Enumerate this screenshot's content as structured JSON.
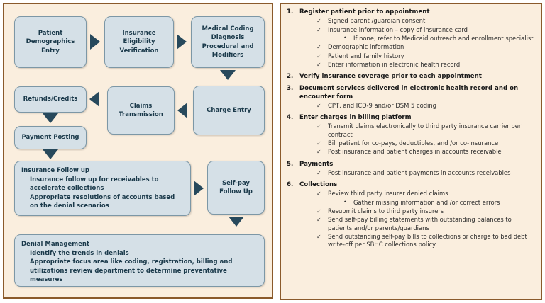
{
  "colors": {
    "panel_background": "#faeede",
    "panel_border": "#8a5a2b",
    "node_fill": "#d5e0e7",
    "node_border": "#7c97a6",
    "node_text": "#1b3a4b",
    "arrow": "#27495c",
    "list_text": "#2b2b2b"
  },
  "flowchart": {
    "nodes": [
      {
        "id": "patient-demographics-entry",
        "title": "Patient\nDemographics\nEntry"
      },
      {
        "id": "insurance-eligibility-verification",
        "title": "Insurance\nEligibility\nVerification"
      },
      {
        "id": "medical-coding",
        "title": "Medical Coding\nDiagnosis\nProcedural and\nModifiers"
      },
      {
        "id": "charge-entry",
        "title": "Charge Entry"
      },
      {
        "id": "claims-transmission",
        "title": "Claims\nTransmission"
      },
      {
        "id": "refunds-credits",
        "title": "Refunds/Credits"
      },
      {
        "id": "payment-posting",
        "title": "Payment Posting"
      },
      {
        "id": "insurance-follow-up",
        "title": "Insurance Follow up",
        "bullets": [
          "Insurance follow up for receivables to accelerate collections",
          "Appropriate resolutions of accounts based on the denial scenarios"
        ]
      },
      {
        "id": "self-pay-follow-up",
        "title": "Self-pay\nFollow Up"
      },
      {
        "id": "denial-management",
        "title": "Denial Management",
        "bullets": [
          "Identify the trends in denials",
          "Appropriate focus area like coding, registration, billing and utilizations review department to determine preventative measures"
        ]
      }
    ]
  },
  "steps": [
    {
      "num": "1.",
      "title": "Register patient prior to appointment",
      "items": [
        {
          "text": "Signed parent /guardian consent"
        },
        {
          "text": "Insurance information – copy of insurance card",
          "sub": [
            "If none, refer to Medicaid outreach and enrollment specialist"
          ]
        },
        {
          "text": "Demographic information"
        },
        {
          "text": "Patient and family history"
        },
        {
          "text": "Enter information in electronic health record"
        }
      ]
    },
    {
      "num": "2.",
      "title": "Verify insurance coverage prior to each appointment",
      "items": []
    },
    {
      "num": "3.",
      "title": "Document services delivered in electronic health record and on encounter form",
      "items": [
        {
          "text": "CPT, and ICD-9 and/or DSM 5 coding"
        }
      ]
    },
    {
      "num": "4.",
      "title": "Enter charges in billing platform",
      "items": [
        {
          "text": "Transmit claims electronically to third party insurance carrier per contract"
        },
        {
          "text": "Bill patient for co-pays, deductibles, and /or co-insurance"
        },
        {
          "text": "Post insurance and patient charges in accounts receivable"
        }
      ]
    },
    {
      "num": "5.",
      "title": "Payments",
      "items": [
        {
          "text": "Post insurance and patient payments in accounts receivables"
        }
      ]
    },
    {
      "num": "6.",
      "title": "Collections",
      "items": [
        {
          "text": "Review third party insurer denied claims",
          "sub": [
            "Gather missing information and /or correct errors"
          ]
        },
        {
          "text": "Resubmit claims to third party insurers"
        },
        {
          "text": "Send self-pay billing statements with outstanding balances to patients and/or parents/guardians"
        },
        {
          "text": "Send outstanding self-pay bills to collections or charge to bad debt write-off per SBHC collections policy"
        }
      ]
    }
  ],
  "glyphs": {
    "check": "✓",
    "bullet": "•"
  }
}
